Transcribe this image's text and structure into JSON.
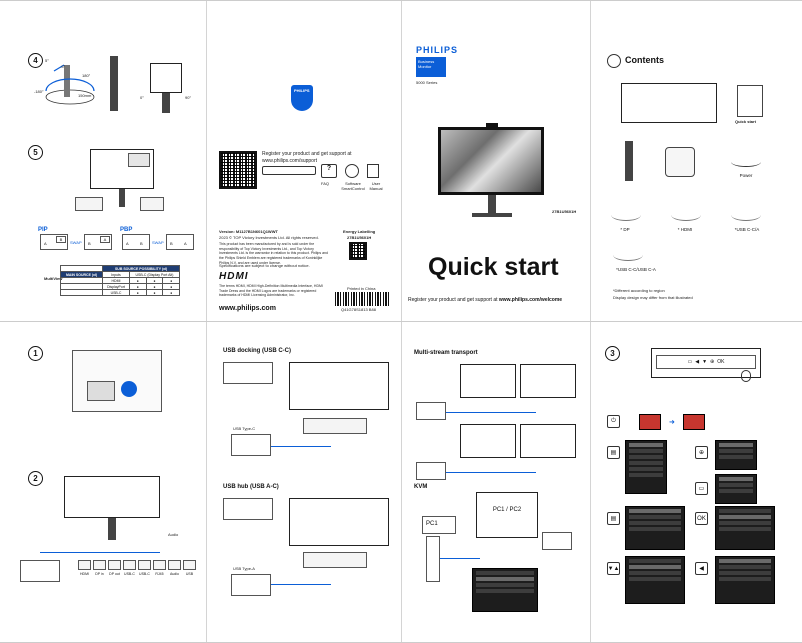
{
  "cover": {
    "brand": "PHILIPS",
    "badge_line1": "Business",
    "badge_line2": "Monitor",
    "series": "5000 Series",
    "model": "27B1U5601H",
    "title": "Quick start",
    "register_prefix": "Register your product and get support at ",
    "register_url": "www.philips.com/welcome"
  },
  "contents": {
    "title": "Contents",
    "quickstart_label": "Quick start",
    "power_label": "Power",
    "cables": [
      "* DP",
      "* HDMI",
      "*USB C-C/A",
      "*USB C-C/USB C-A"
    ],
    "note1": "*Different according to region",
    "note2": "Display design may differ from that illustrated"
  },
  "back": {
    "register_text": "Register your product and get support at",
    "register_url": "www.philips.com/support",
    "faq_label": "FAQ",
    "software_label": "Software SmartControl",
    "manual_label": "User Manual",
    "version": "Version: M1127B1N601Q1WWT",
    "copyright": "2023 © TOP Victory Investments Ltd. All rights reserved.",
    "disclaimer": "This product has been manufactured by and is sold under the responsibility of Top Victory Investments Ltd., and Top Victory Investments Ltd. is the warrantor in relation to this product. Philips and the Philips Shield Emblem are registered trademarks of Koninklijke Philips N.V. and are used under license.",
    "specs_note": "Specifications are subject to change without notice.",
    "hdmi_logo": "HDMI",
    "hdmi_text": "The terms HDMI, HDMI High-Definition Multimedia Interface, HDMI Trade Dress and the HDMI Logos are trademarks or registered trademarks of HDMI Licensing Administrator, Inc.",
    "website": "www.philips.com",
    "energy_title": "Energy Labelling",
    "energy_model": "27B1U5601H",
    "printed": "Printed in China",
    "barcode_number": "Q41G78S1813 B88"
  },
  "steps": {
    "step4": "4",
    "step5": "5",
    "step1": "1",
    "step2": "2",
    "step3": "3",
    "angle_up": "5°",
    "angle_down": "-5°",
    "angle_swivel": "180°",
    "angle_swivel_neg": "-180°",
    "height": "150mm",
    "pivot_a": "0°",
    "pivot_b": "90°"
  },
  "pbp": {
    "pip_label": "PIP",
    "pbp_label": "PBP",
    "swap1": "SWAP",
    "swap2": "SWAP",
    "a": "A",
    "b": "B",
    "table_title": "SUB SOURCE POSSIBILITY (xI)",
    "table_col": "Inputs",
    "table_head2": "USB-C (Display Port Alt)",
    "main_source": "MAIN SOURCE (xI)",
    "rows": [
      "HDMI",
      "DisplayPort",
      "USB-C"
    ],
    "multiview": "MultiView"
  },
  "usb": {
    "docking_title": "USB docking (USB C-C)",
    "hub_title": "USB hub (USB A-C)",
    "type_c": "USB Type-C",
    "type_a": "USB Type-A"
  },
  "mst": {
    "title": "Multi-stream transport",
    "kvm_title": "KVM",
    "pc_label": "PC1 / PC2",
    "pc1": "PC1"
  },
  "step2": {
    "ports": [
      "HDMI",
      "DP in",
      "DP out",
      "USB-C",
      "USB-C",
      "RJ45",
      "Audio",
      "USB"
    ],
    "audio": "Audio"
  },
  "osd": {
    "ok_label": "OK"
  }
}
